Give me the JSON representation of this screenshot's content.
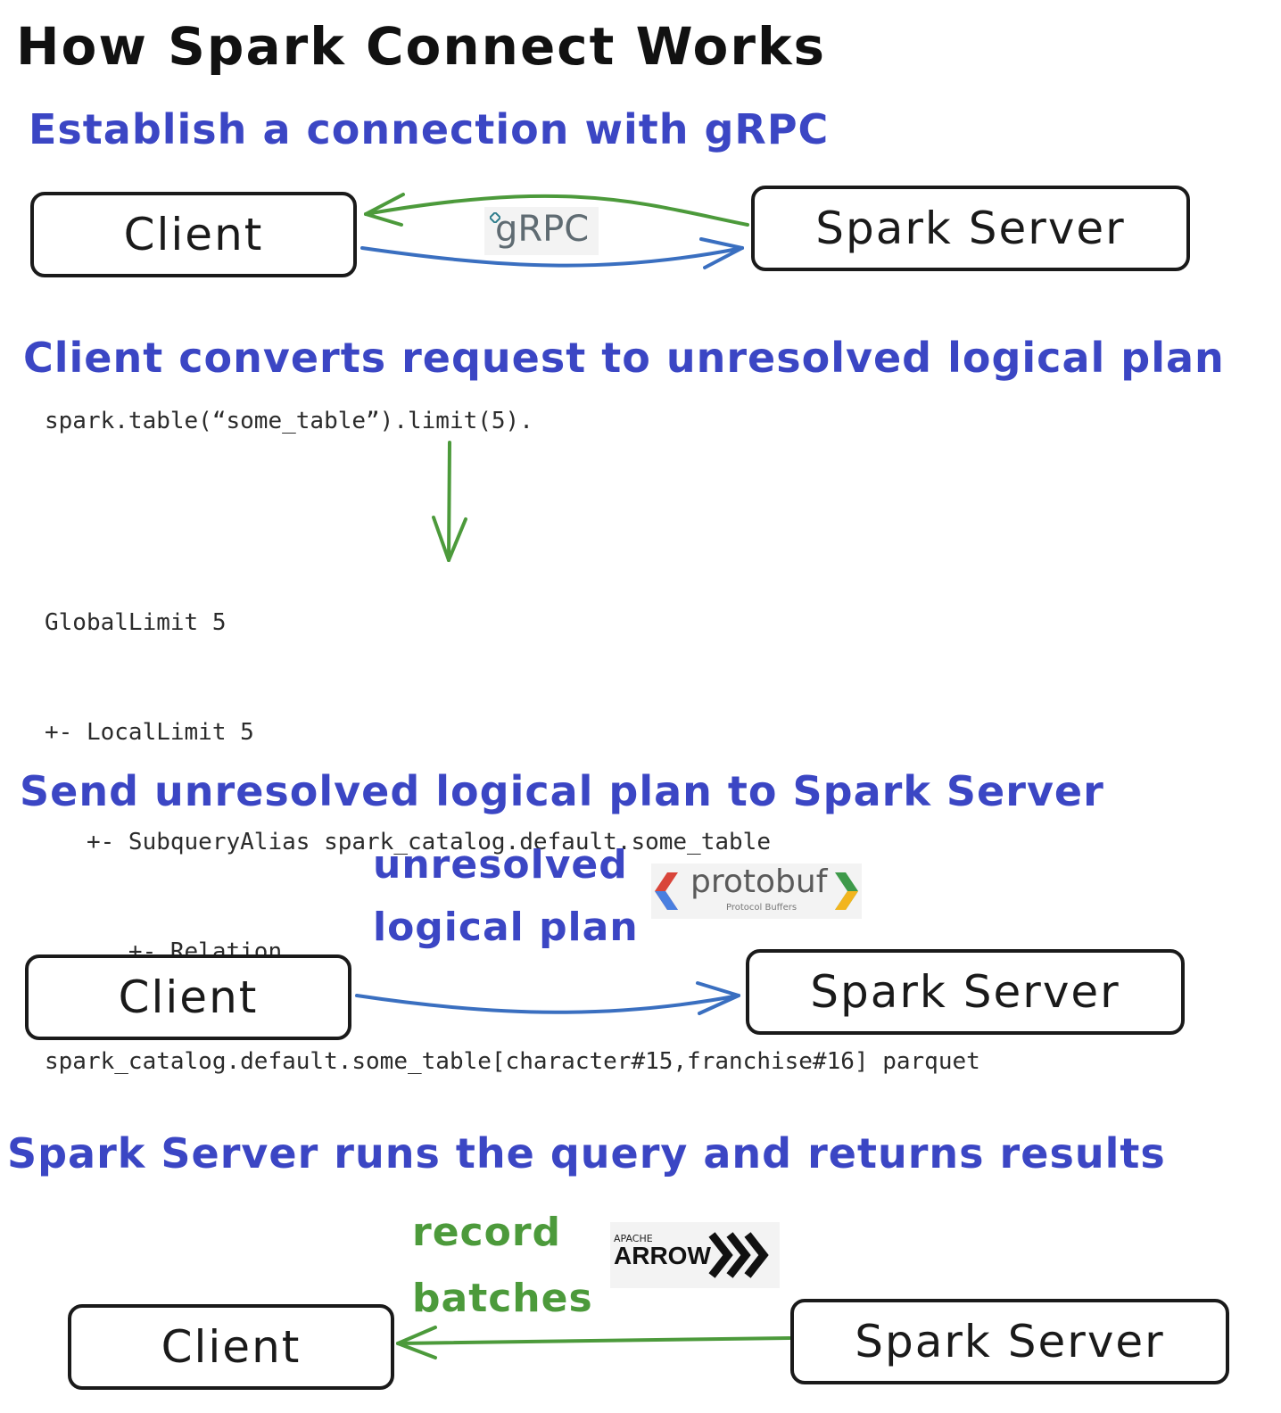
{
  "title": "How Spark Connect Works",
  "sections": {
    "s1": "Establish a connection with gRPC",
    "s2": "Client converts request to unresolved logical plan",
    "s3": "Send unresolved logical plan to Spark Server",
    "s4": "Spark Server runs the query and returns results"
  },
  "nodes": {
    "client": "Client",
    "server": "Spark Server"
  },
  "code": {
    "request": "spark.table(“some_table”).limit(5).",
    "plan_lines": [
      "GlobalLimit 5",
      "+- LocalLimit 5",
      "   +- SubqueryAlias spark_catalog.default.some_table",
      "      +- Relation",
      "spark_catalog.default.some_table[character#15,franchise#16] parquet"
    ]
  },
  "labels": {
    "unresolved_line1": "unresolved",
    "unresolved_line2": "logical plan",
    "record_line1": "record",
    "record_line2": "batches"
  },
  "logos": {
    "grpc": "gRPC",
    "protobuf": "protobuf",
    "protobuf_sub": "Protocol Buffers",
    "arrow_sub": "APACHE",
    "arrow_main": "ARROW"
  },
  "colors": {
    "section_blue": "#3b46c4",
    "arrow_green": "#4c9a3b",
    "arrow_blue": "#3a6fc0",
    "box_stroke": "#1a1a1a"
  }
}
